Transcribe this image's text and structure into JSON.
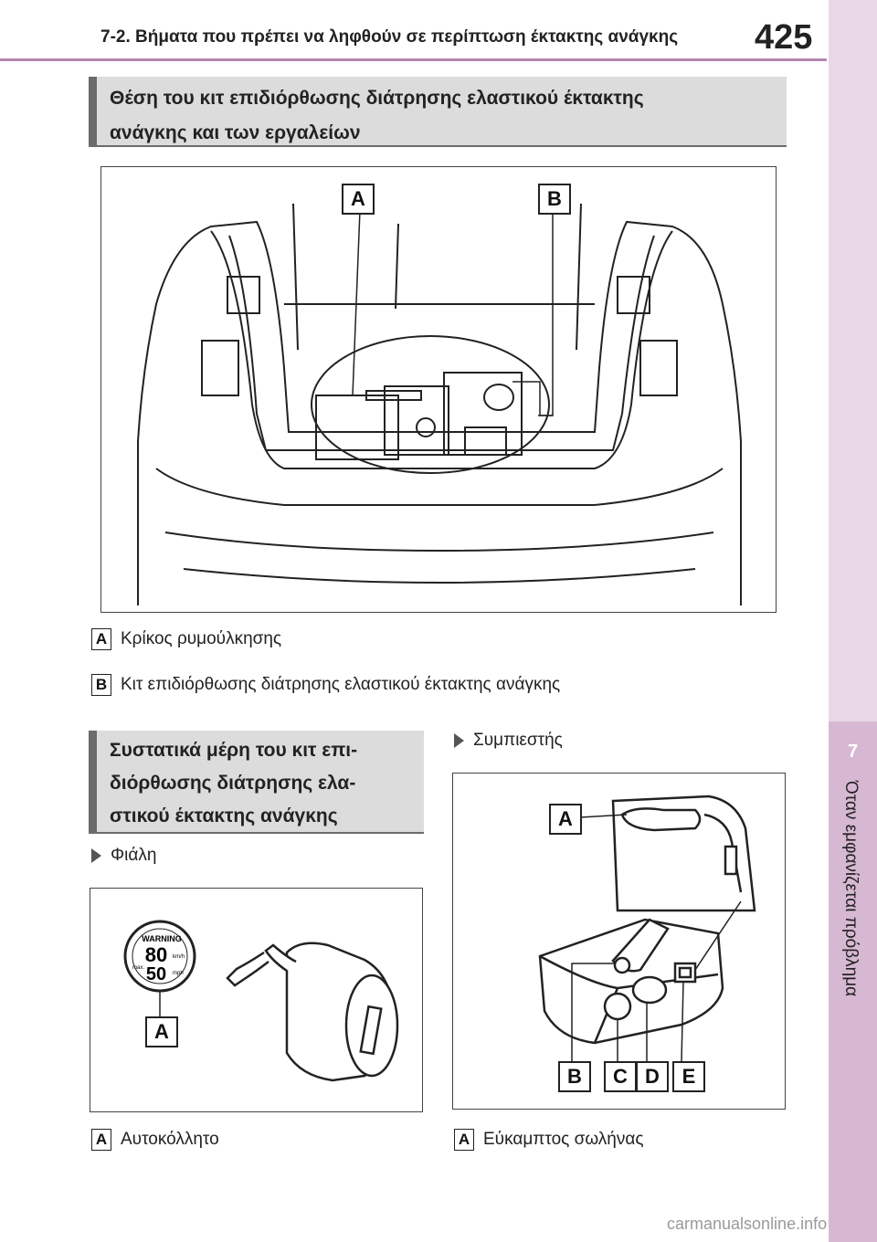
{
  "header": {
    "title": "7-2. Βήματα που πρέπει να ληφθούν σε περίπτωση έκτακτης ανάγκης",
    "page_number": "425"
  },
  "side_tab": {
    "chapter_number": "7",
    "chapter_label": "Όταν εμφανίζεται πρόβλημα"
  },
  "section1": {
    "heading_line1": "Θέση του κιτ επιδιόρθωσης διάτρησης ελαστικού έκτακτης",
    "heading_line2": "ανάγκης και των εργαλείων",
    "callouts": [
      "A",
      "B"
    ],
    "legend": [
      {
        "key": "A",
        "text": "Κρίκος ρυμούλκησης"
      },
      {
        "key": "B",
        "text": "Κιτ επιδιόρθωσης διάτρησης ελαστικού έκτακτης ανάγκης"
      }
    ]
  },
  "section2": {
    "heading_lines": [
      "Συστατικά μέρη του κιτ επι-",
      "διόρθωσης διάτρησης ελα-",
      "στικού έκτακτης ανάγκης"
    ],
    "bottle": {
      "bullet": "Φιάλη",
      "sticker": {
        "warning": "WARNING",
        "speed_kmh": "80",
        "speed_mph": "50",
        "unit_kmh": "km/h",
        "unit_mph": "mph",
        "max": "max."
      },
      "callout": "A",
      "legend": [
        {
          "key": "A",
          "text": "Αυτοκόλλητο"
        }
      ]
    },
    "compressor": {
      "bullet": "Συμπιεστής",
      "callouts": [
        "A",
        "B",
        "C",
        "D",
        "E"
      ],
      "legend": [
        {
          "key": "A",
          "text": "Εύκαμπτος σωλήνας"
        }
      ]
    }
  },
  "watermark": "carmanualsonline.info",
  "colors": {
    "accent": "#b585b0",
    "tab": "#d7b8d2",
    "heading_bg": "#dcdcdc",
    "heading_bar": "#6b6b6b"
  }
}
